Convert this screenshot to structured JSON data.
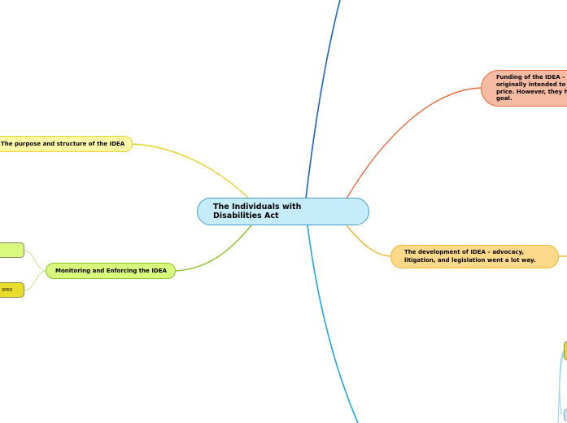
{
  "mindmap": {
    "central": {
      "label": "The Individuals with Disabilities Act",
      "fill": "#c6ecfb",
      "border": "#4a9fd0"
    },
    "branches": [
      {
        "id": "funding",
        "label": "Funding of the IDEA – originally intended to ... price. However, they h... goal.",
        "lines": [
          "Funding of the IDEA –",
          "originally intended to",
          "price. However, they h",
          "goal."
        ],
        "fill": "#f7bba3",
        "line_color": "#ec6a3c"
      },
      {
        "id": "purpose",
        "label": "The purpose and structure of the IDEA",
        "fill": "#fff9a8",
        "line_color": "#e8d22a"
      },
      {
        "id": "monitor",
        "label": "Monitoring and Enforcing the IDEA",
        "fill": "#d8f97e",
        "line_color": "#8cc12a",
        "children": [
          {
            "label": "",
            "fill": "#d8f97e"
          },
          {
            "label": "SPED",
            "fill": "#e7dd2a"
          }
        ]
      },
      {
        "id": "development",
        "label": "The development of IDEA – advocacy, litigation, and legislation went a lot way.",
        "lines": [
          "The development of IDEA – advocacy,",
          "litigation, and legislation went a lot way."
        ],
        "fill": "#ffd98a",
        "line_color": "#f2b630"
      },
      {
        "id": "top-branch",
        "label": "",
        "line_color": "#1a64c8"
      },
      {
        "id": "bottom-branch",
        "label": "",
        "line_color": "#1ea6e6",
        "children": [
          {
            "label": "",
            "fill": "#e7dd2a"
          },
          {
            "label": "",
            "fill": "#c6ecfb"
          }
        ]
      }
    ]
  }
}
